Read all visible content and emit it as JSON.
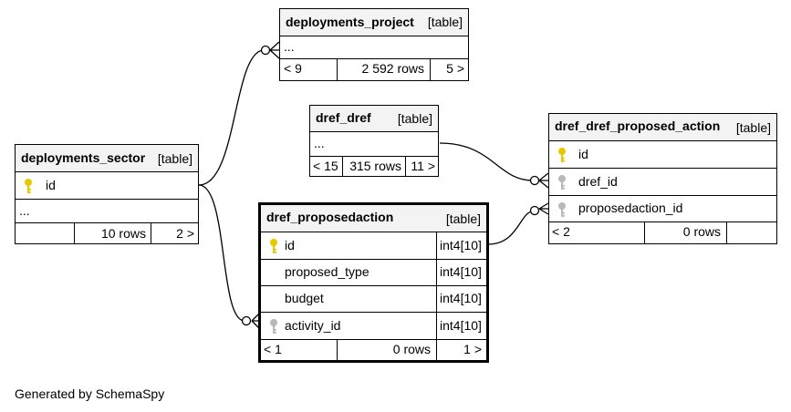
{
  "footer": "Generated by SchemaSpy",
  "colors": {
    "primary_key": "#e6c800",
    "foreign_key": "#b8b8b8",
    "header_bg": "#f3f3f3"
  },
  "tables": {
    "deployments_project": {
      "name": "deployments_project",
      "kind": "[table]",
      "ellipsis": "...",
      "prev": "< 9",
      "rows": "2 592 rows",
      "next": "5 >"
    },
    "dref_dref": {
      "name": "dref_dref",
      "kind": "[table]",
      "ellipsis": "...",
      "prev": "< 15",
      "rows": "315 rows",
      "next": "11 >"
    },
    "deployments_sector": {
      "name": "deployments_sector",
      "kind": "[table]",
      "columns": [
        {
          "name": "id",
          "icon": "primary-key-icon"
        }
      ],
      "ellipsis": "...",
      "prev": "",
      "rows": "10 rows",
      "next": "2 >"
    },
    "dref_proposedaction": {
      "name": "dref_proposedaction",
      "kind": "[table]",
      "columns": [
        {
          "name": "id",
          "type": "int4[10]",
          "icon": "primary-key-icon"
        },
        {
          "name": "proposed_type",
          "type": "int4[10]",
          "icon": ""
        },
        {
          "name": "budget",
          "type": "int4[10]",
          "icon": ""
        },
        {
          "name": "activity_id",
          "type": "int4[10]",
          "icon": "foreign-key-icon"
        }
      ],
      "prev": "< 1",
      "rows": "0 rows",
      "next": "1 >"
    },
    "dref_dref_proposed_action": {
      "name": "dref_dref_proposed_action",
      "kind": "[table]",
      "columns": [
        {
          "name": "id",
          "icon": "primary-key-icon"
        },
        {
          "name": "dref_id",
          "icon": "foreign-key-icon"
        },
        {
          "name": "proposedaction_id",
          "icon": "foreign-key-icon"
        }
      ],
      "prev": "< 2",
      "rows": "0 rows",
      "next": ""
    }
  }
}
